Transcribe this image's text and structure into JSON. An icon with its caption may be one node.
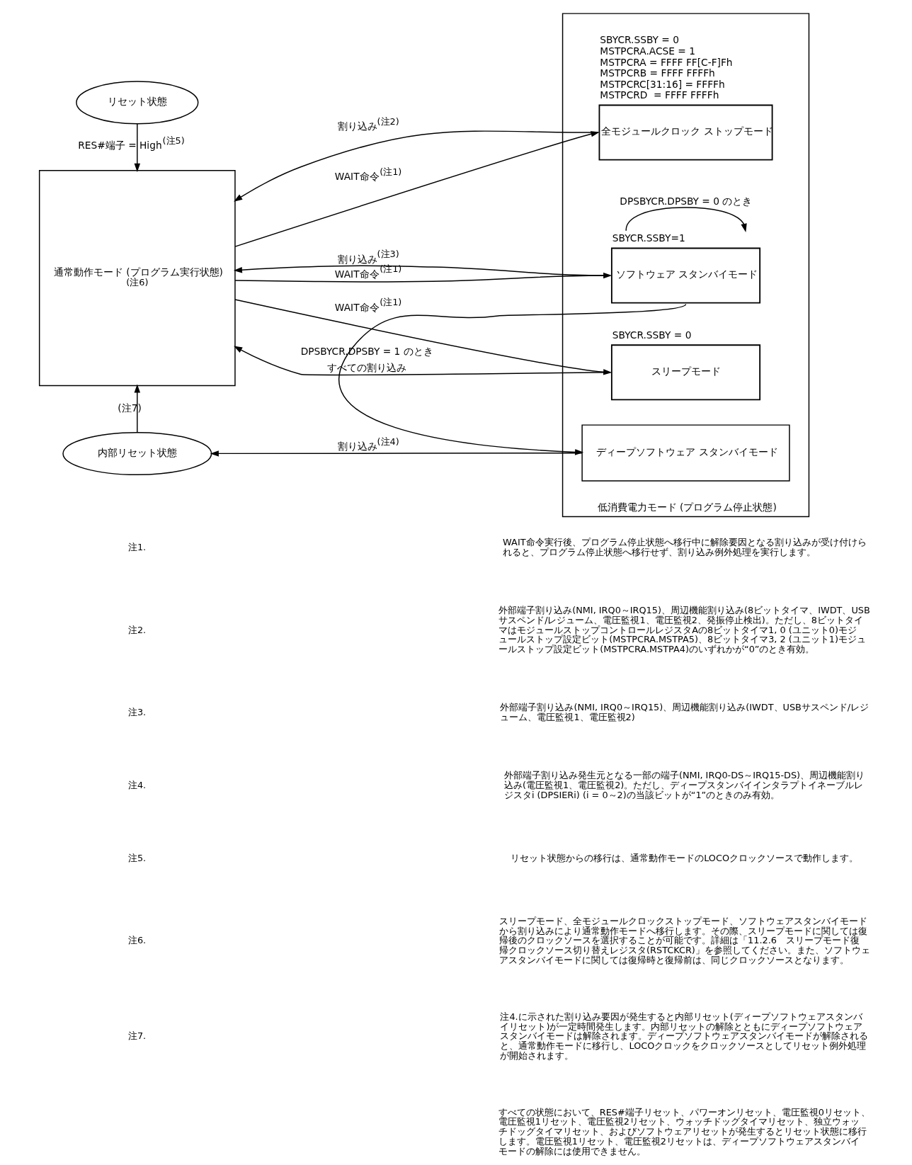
{
  "diagram": {
    "nodes": [
      {
        "text": [
          "リセット状態"
        ]
      },
      {
        "text": [
          "通常動作モード (プログラム実行状態)",
          "(注6)"
        ]
      },
      {
        "text": [
          "内部リセット状態"
        ]
      },
      {
        "text": [
          "低消費電力モード (プログラム停止状態)"
        ]
      },
      {
        "text": [
          "スリープモード"
        ],
        "in": 3,
        "beside": [
          "SBYCR.SSBY = 0"
        ]
      },
      {
        "text": [
          "全モジュールクロック ストップモード"
        ],
        "in": 3,
        "beside": [
          "SBYCR.SSBY = 0",
          "MSTPCRA.ACSE = 1",
          "MSTPCRA = FFFF FF[C-F]Fh",
          "MSTPCRB = FFFF FFFFh",
          "MSTPCRC[31:16] = FFFFh",
          "MSTPCRD  = FFFF FFFFh"
        ]
      },
      {
        "text": [
          "ソフトウェア スタンバイモード"
        ],
        "in": 3,
        "beside": [
          "SBYCR.SSBY=1"
        ]
      },
      {
        "text": [
          "ディープソフトウェア スタンバイモード"
        ],
        "in": 3
      }
    ],
    "edges": [
      {
        "from": 0,
        "to": 1,
        "arrow": "to",
        "label": "RES#端子 = High$^{(注5)}$"
      },
      {
        "from": 1,
        "to": 4,
        "arrow": "to",
        "label": "WAIT命令$^{(注1)}$"
      },
      {
        "from": 4,
        "to": 1,
        "arrow": "to",
        "label": "すべての割り込み"
      },
      {
        "from": 1,
        "to": 5,
        "arrow": "to",
        "label": "WAIT命令$^{(注1)}$"
      },
      {
        "from": 5,
        "to": 1,
        "arrow": "to",
        "label": "割り込み$^{(注2)}$"
      },
      {
        "from": 1,
        "to": 6,
        "arrow": "to",
        "label": "WAIT命令$^{(注1)}$"
      },
      {
        "from": 6,
        "to": 1,
        "arrow": "to",
        "label": "割り込み$^{(注3)}$"
      },
      {
        "from": 6,
        "to": 6,
        "arrow": "to",
        "label": "DPSBYCR.DPSBY = 0 のとき"
      },
      {
        "from": 6,
        "to": 7,
        "arrow": "to",
        "label": "DPSBYCR.DPSBY = 1 のとき"
      },
      {
        "from": 7,
        "to": 2,
        "arrow": "to",
        "label": "割り込み$^{(注4)}$"
      },
      {
        "from": 2,
        "to": 1,
        "arrow": "to",
        "label": "(注7)"
      }
    ],
    "labels": [
      "注1.",
      "WAIT命令実行後、プログラム停止状態へ移行中に解除要因となる割り込みが受け付けられると、プログラム停止状態へ移行せず、割り込み例外処理を実行します。",
      "注2.",
      "外部端子割り込み(NMI, IRQ0～IRQ15)、周辺機能割り込み(8ビットタイマ、IWDT、USBサスペンド/レジューム、電圧監視1、電圧監視2、発振停止検出)。ただし、8ビットタイマはモジュールストップコントロールレジスタAの8ビットタイマ1, 0 (ユニット0)モジュールストップ設定ビット(MSTPCRA.MSTPA5)、8ビットタイマ3, 2 (ユニット1)モジュールストップ設定ビット(MSTPCRA.MSTPA4)のいずれかが“0”のとき有効。",
      "注3.",
      "外部端子割り込み(NMI, IRQ0～IRQ15)、周辺機能割り込み(IWDT、USBサスペンド/レジューム、電圧監視1、電圧監視2)",
      "注4.",
      "外部端子割り込み発生元となる一部の端子(NMI, IRQ0-DS～IRQ15-DS)、周辺機能割り込み(電圧監視1、電圧監視2)。ただし、ディープスタンバイインタラプトイネーブルレジスタi (DPSIERi) (i = 0～2)の当該ビットが“1”のときのみ有効。",
      "注5.",
      "リセット状態からの移行は、通常動作モードのLOCOクロックソースで動作します。",
      "注6.",
      "スリープモード、全モジュールクロックストップモード、ソフトウェアスタンバイモードから割り込みにより通常動作モードへ移行します。その際、スリープモードに関しては復帰後のクロックソースを選択することが可能です。詳細は「11.2.6　スリープモード復帰クロックソース切り替えレジスタ(RSTCKCR)」を参照してください。また、ソフトウェアスタンバイモードに関しては復帰時と復帰前は、同じクロックソースとなります。",
      "注7.",
      "注4.に示された割り込み要因が発生すると内部リセット(ディープソフトウェアスタンバイリセット)が一定時間発生します。内部リセットの解除とともにディープソフトウェアスタンバイモードは解除されます。ディープソフトウェアスタンバイモードが解除されると、通常動作モードに移行し、LOCOクロックをクロックソースとしてリセット例外処理が開始されます。",
      "すべての状態において、RES#端子リセット、パワーオンリセット、電圧監視0リセット、電圧監視1リセット、電圧監視2リセット、ウォッチドッグタイマリセット、独立ウォッチドッグタイマリセット、およびソフトウェアリセットが発生するとリセット状態に移行します。電圧監視1リセット、電圧監視2リセットは、ディープソフトウェアスタンバイモードの解除には使用できません。"
    ]
  }
}
